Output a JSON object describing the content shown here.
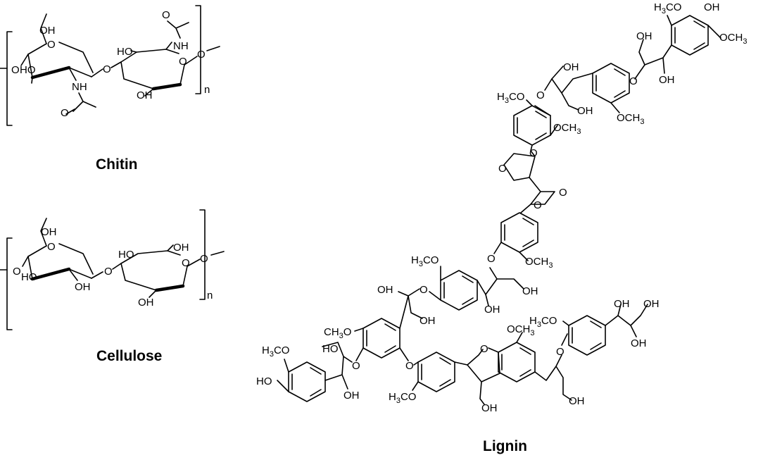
{
  "titles": {
    "chitin": "Chitin",
    "cellulose": "Cellulose",
    "lignin": "Lignin"
  },
  "labels": {
    "oh": "OH",
    "o": "O",
    "nh": "NH",
    "n": "n",
    "ho": "HO",
    "och3_main": "OCH",
    "h3co_main": "H",
    "h3co_rest": "CO",
    "ch3o_main": "CH",
    "ch3o_rest": "O",
    "three": "3",
    "methoxy": "OCH3"
  }
}
